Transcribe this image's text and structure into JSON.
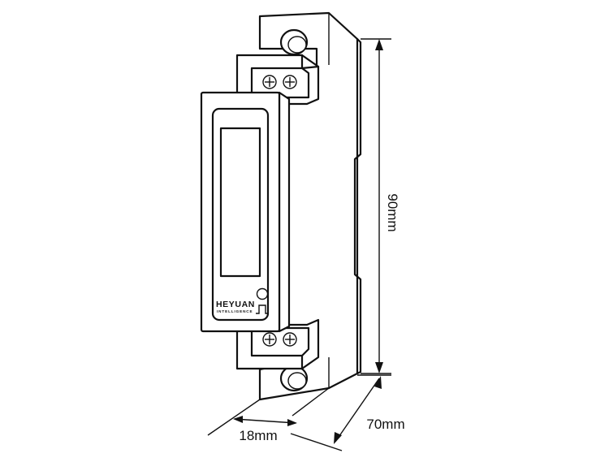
{
  "device": {
    "brand": "HEYUAN",
    "brand_subtitle": "INTELLIGENCE"
  },
  "dimensions": {
    "height": "90mm",
    "width": "18mm",
    "depth": "70mm"
  },
  "colors": {
    "line": "#111111",
    "background": "#ffffff"
  }
}
